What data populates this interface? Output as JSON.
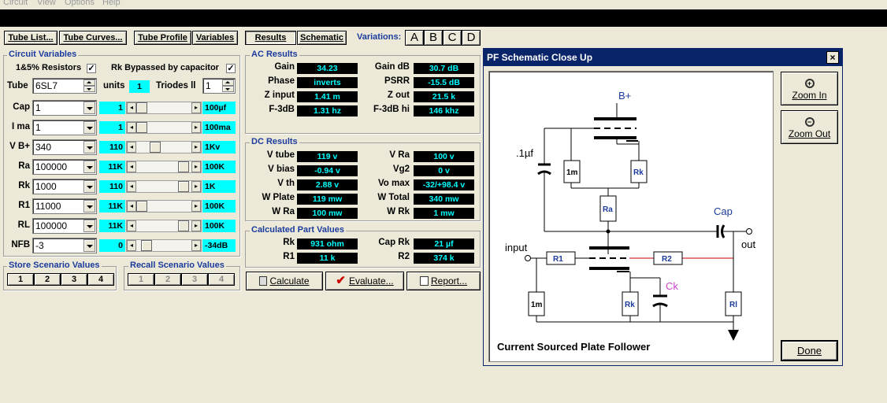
{
  "menu": [
    "Circuit",
    "View",
    "Options",
    "Help"
  ],
  "toolbar": {
    "tube_list": "Tube List...",
    "tube_curves": "Tube Curves...",
    "tube_profile": "Tube Profile",
    "variables": "Variables",
    "results": "Results",
    "schematic": "Schematic",
    "variations_label": "Variations:",
    "variations": [
      "A",
      "B",
      "C",
      "D"
    ]
  },
  "circuit_variables": {
    "title": "Circuit Variables",
    "resistors_label": "1&5% Resistors",
    "resistors_checked": "✓",
    "rk_bypass_label": "Rk Bypassed by capacitor",
    "rk_bypass_checked": "✓",
    "tube_label": "Tube",
    "tube_value": "6SL7",
    "units_label": "units",
    "units_value": "1",
    "triodes_label": "Triodes ll",
    "triodes_value": "1",
    "rows": [
      {
        "label": "Cap",
        "value": "1",
        "scale": "1",
        "max": "100µf",
        "thumb": 0.0
      },
      {
        "label": "I ma",
        "value": "1",
        "scale": "1",
        "max": "100ma",
        "thumb": 0.0
      },
      {
        "label": "V B+",
        "value": "340",
        "scale": "110",
        "max": "1Kv",
        "thumb": 0.3
      },
      {
        "label": "Ra",
        "value": "100000",
        "scale": "11K",
        "max": "100K",
        "thumb": 0.95
      },
      {
        "label": "Rk",
        "value": "1000",
        "scale": "110",
        "max": "1K",
        "thumb": 0.95
      },
      {
        "label": "R1",
        "value": "11000",
        "scale": "11K",
        "max": "100K",
        "thumb": 0.0
      },
      {
        "label": "RL",
        "value": "100000",
        "scale": "11K",
        "max": "100K",
        "thumb": 0.95
      },
      {
        "label": "NFB",
        "value": "-3",
        "scale": "0",
        "max": "-34dB",
        "thumb": 0.1
      }
    ]
  },
  "store": {
    "title": "Store Scenario Values",
    "buttons": [
      "1",
      "2",
      "3",
      "4"
    ]
  },
  "recall": {
    "title": "Recall Scenario Values",
    "buttons": [
      "1",
      "2",
      "3",
      "4"
    ]
  },
  "ac_results": {
    "title": "AC Results",
    "left": [
      {
        "label": "Gain",
        "value": "34.23"
      },
      {
        "label": "Phase",
        "value": "inverts"
      },
      {
        "label": "Z input",
        "value": "1.41 m"
      },
      {
        "label": "F-3dB",
        "value": "1.31 hz"
      }
    ],
    "right": [
      {
        "label": "Gain dB",
        "value": "30.7 dB"
      },
      {
        "label": "PSRR",
        "value": "-15.5 dB"
      },
      {
        "label": "Z out",
        "value": "21.5 k"
      },
      {
        "label": "F-3dB hi",
        "value": "146 khz"
      }
    ]
  },
  "dc_results": {
    "title": "DC Results",
    "left": [
      {
        "label": "V tube",
        "value": "119 v"
      },
      {
        "label": "V bias",
        "value": "-0.94 v"
      },
      {
        "label": "V th",
        "value": "2.88 v"
      },
      {
        "label": "W Plate",
        "value": "119 mw"
      },
      {
        "label": "W Ra",
        "value": "100 mw"
      }
    ],
    "right": [
      {
        "label": "V Ra",
        "value": "100 v"
      },
      {
        "label": "Vg2",
        "value": "0 v"
      },
      {
        "label": "Vo max",
        "value": "-32/+98.4 v"
      },
      {
        "label": "W Total",
        "value": "340 mw"
      },
      {
        "label": "W Rk",
        "value": "1 mw"
      }
    ]
  },
  "calc_parts": {
    "title": "Calculated Part Values",
    "left": [
      {
        "label": "Rk",
        "value": "931 ohm"
      },
      {
        "label": "R1",
        "value": "11 k"
      }
    ],
    "right": [
      {
        "label": "Cap Rk",
        "value": "21 µf"
      },
      {
        "label": "R2",
        "value": "374 k"
      }
    ]
  },
  "actions": {
    "calculate": "Calculate",
    "evaluate": "Evaluate...",
    "report": "Report..."
  },
  "dialog": {
    "title": "PF Schematic Close Up",
    "close": "×",
    "zoom_in": "Zoom In",
    "zoom_out": "Zoom Out",
    "done": "Done",
    "caption": "Current Sourced Plate Follower",
    "labels": {
      "bplus": "B+",
      "cap_top": ".1µf",
      "r1m_top": "1m",
      "rk_top": "Rk",
      "ra": "Ra",
      "cap": "Cap",
      "out": "out",
      "input": "input",
      "r1": "R1",
      "r2": "R2",
      "r1m_bot": "1m",
      "rk_bot": "Rk",
      "ck": "Ck",
      "rl": "Rl"
    }
  },
  "colors": {
    "accent": "#1b3b9e",
    "cyan": "#00ffff",
    "lcd_bg": "#000000",
    "title_bar": "#0a246a",
    "wire_red": "#cc0000"
  }
}
